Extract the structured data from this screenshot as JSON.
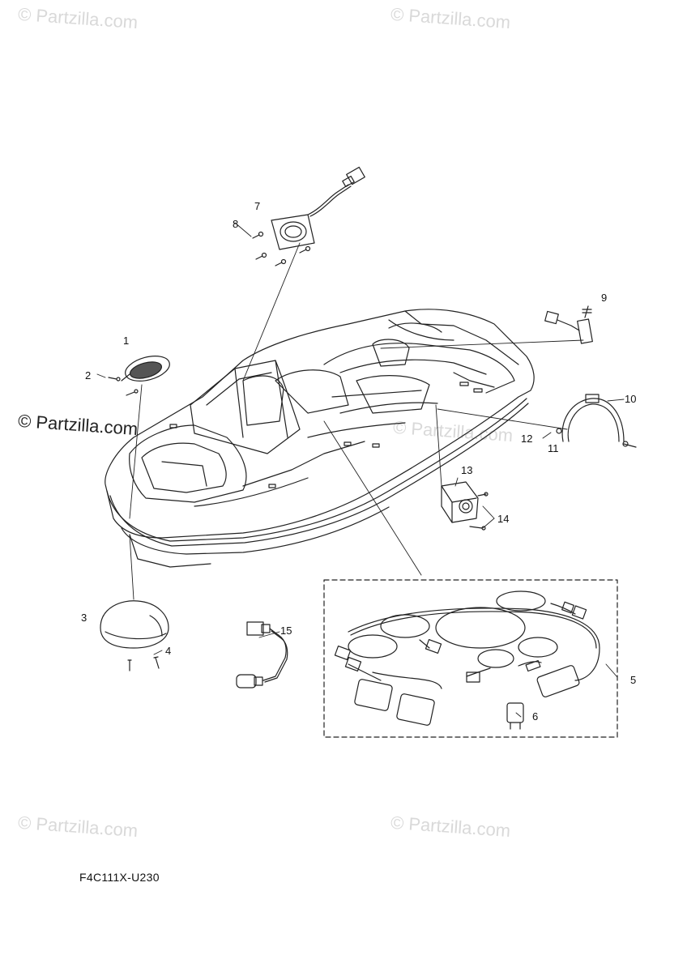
{
  "watermark": "© Partzilla.com",
  "diagram_code": "F4C111X-U230",
  "callouts": [
    "1",
    "2",
    "3",
    "4",
    "5",
    "6",
    "7",
    "8",
    "9",
    "10",
    "11",
    "12",
    "13",
    "14",
    "15"
  ]
}
